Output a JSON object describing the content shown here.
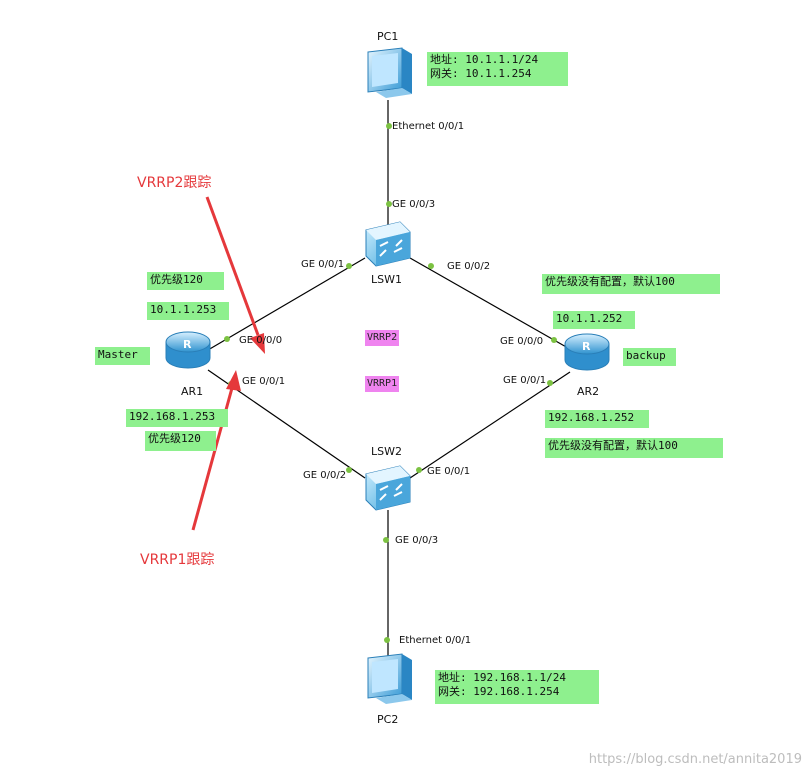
{
  "devices": {
    "pc1": "PC1",
    "pc2": "PC2",
    "lsw1": "LSW1",
    "lsw2": "LSW2",
    "ar1": "AR1",
    "ar2": "AR2"
  },
  "ports": {
    "pc1_eth": "Ethernet 0/0/1",
    "lsw1_g003": "GE 0/0/3",
    "lsw1_g001": "GE 0/0/1",
    "lsw1_g002": "GE 0/0/2",
    "ar1_g000": "GE 0/0/0",
    "ar1_g001": "GE 0/0/1",
    "ar2_g000": "GE 0/0/0",
    "ar2_g001": "GE 0/0/1",
    "lsw2_g002": "GE 0/0/2",
    "lsw2_g001": "GE 0/0/1",
    "lsw2_g003": "GE 0/0/3",
    "pc2_eth": "Ethernet 0/0/1"
  },
  "notes": {
    "pc1_addr": "地址: 10.1.1.1/24",
    "pc1_gw": "网关: 10.1.1.254",
    "ar1_prio_top": "优先级120",
    "ar1_ip_top": "10.1.1.253",
    "ar1_role": "Master",
    "ar1_ip_bottom": "192.168.1.253",
    "ar1_prio_bottom": "优先级120",
    "ar2_prio_top": "优先级没有配置，默认100",
    "ar2_ip_top": "10.1.1.252",
    "ar2_role": "backup",
    "ar2_ip_bottom": "192.168.1.252",
    "ar2_prio_bottom": "优先级没有配置，默认100",
    "pc2_addr": "地址: 192.168.1.1/24",
    "pc2_gw": "网关: 192.168.1.254"
  },
  "vrrp": {
    "vrrp2": "VRRP2",
    "vrrp1": "VRRP1"
  },
  "annotations": {
    "vrrp2_track": "VRRP2跟踪",
    "vrrp1_track": "VRRP1跟踪"
  },
  "watermark": "https://blog.csdn.net/annita2019",
  "colors": {
    "note_bg": "#8ef08e",
    "vrrp_bg": "#ef84ef",
    "annotation": "#e5383b",
    "port_dot": "#7cc242",
    "link": "#000000"
  }
}
